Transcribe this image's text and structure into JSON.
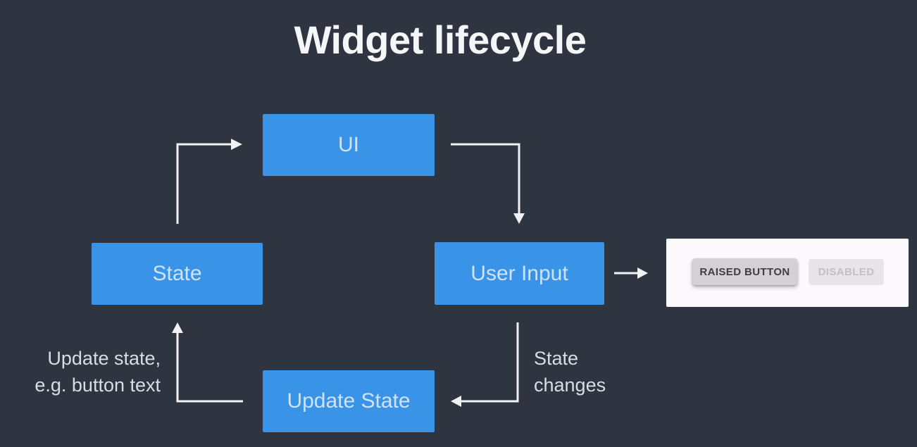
{
  "title": "Widget lifecycle",
  "diagram": {
    "nodes": [
      {
        "id": "ui",
        "label": "UI"
      },
      {
        "id": "state",
        "label": "State"
      },
      {
        "id": "user-input",
        "label": "User Input"
      },
      {
        "id": "update-state",
        "label": "Update State"
      }
    ],
    "edges": [
      {
        "from": "state",
        "to": "ui"
      },
      {
        "from": "ui",
        "to": "user-input"
      },
      {
        "from": "user-input",
        "to": "update-state"
      },
      {
        "from": "update-state",
        "to": "state"
      },
      {
        "from": "user-input",
        "to": "preview-panel"
      }
    ],
    "edge_labels": {
      "update_note": {
        "line1": "Update state,",
        "line2": "e.g. button text"
      },
      "state_changes": {
        "line1": "State",
        "line2": "changes"
      }
    }
  },
  "preview_panel": {
    "raised_button_label": "RAISED BUTTON",
    "disabled_button_label": "DISABLED"
  },
  "colors": {
    "background": "#2e3440",
    "node_fill": "#3994e8",
    "node_text": "#cfe2f6",
    "title_text": "#f5f6f8",
    "label_text": "#d9dde3",
    "arrow": "#f1f2f4",
    "panel_bg": "#fbf9fb",
    "raised_button_bg": "#d4d1d4",
    "raised_button_text": "#3f3e43",
    "disabled_button_bg": "#e7e5e7",
    "disabled_button_text": "#c2bfc2"
  }
}
